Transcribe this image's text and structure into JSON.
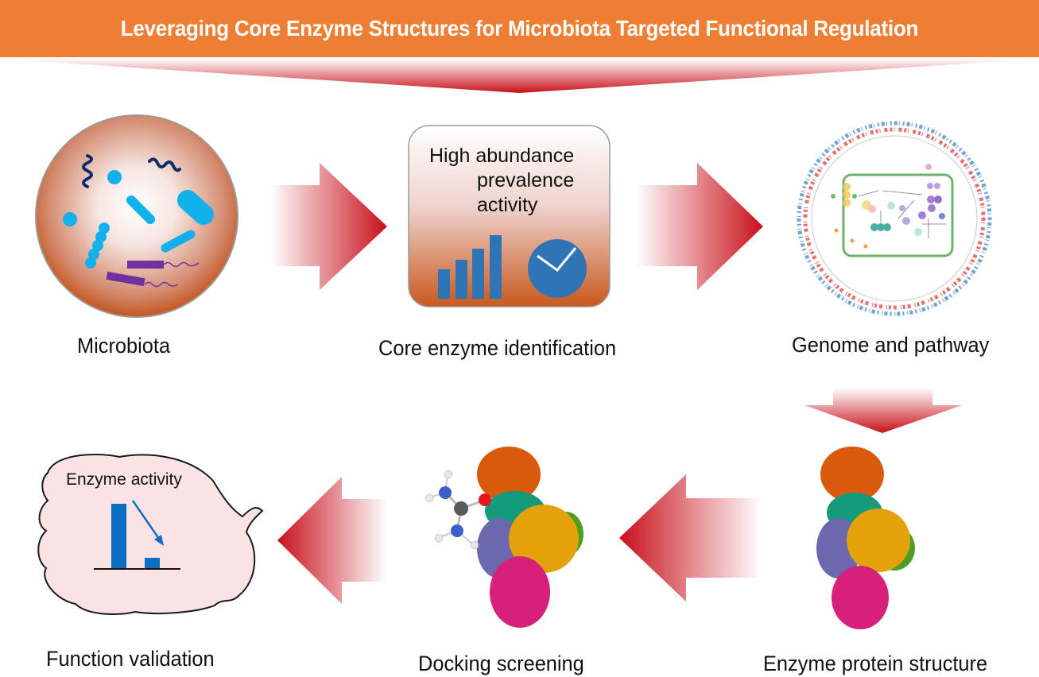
{
  "header": {
    "title": "Leveraging Core Enzyme Structures for Microbiota Targeted Functional Regulation"
  },
  "steps": [
    {
      "id": "microbiota",
      "label": "Microbiota"
    },
    {
      "id": "core-enzyme",
      "label": "Core enzyme identification",
      "criteria": [
        "High abundance",
        "prevalence",
        "activity"
      ]
    },
    {
      "id": "genome",
      "label": "Genome and pathway"
    },
    {
      "id": "structure",
      "label": "Enzyme protein structure"
    },
    {
      "id": "docking",
      "label": "Docking screening"
    },
    {
      "id": "validation",
      "label": "Function validation",
      "inset_title": "Enzyme activity"
    }
  ],
  "flow": [
    "microbiota",
    "core-enzyme",
    "genome",
    "structure",
    "docking",
    "validation"
  ],
  "colors": {
    "banner": "#ee7e33",
    "arrow": "#c8101a",
    "microbe_light": "#12b0ec",
    "microbe_dark": "#0d2a6b",
    "microbe_purple": "#7030a0",
    "chart_blue": "#2f75b5",
    "protein": [
      "#d9590d",
      "#159a7c",
      "#e3a20a",
      "#6b68b0",
      "#d6207a",
      "#4d9e22"
    ]
  }
}
